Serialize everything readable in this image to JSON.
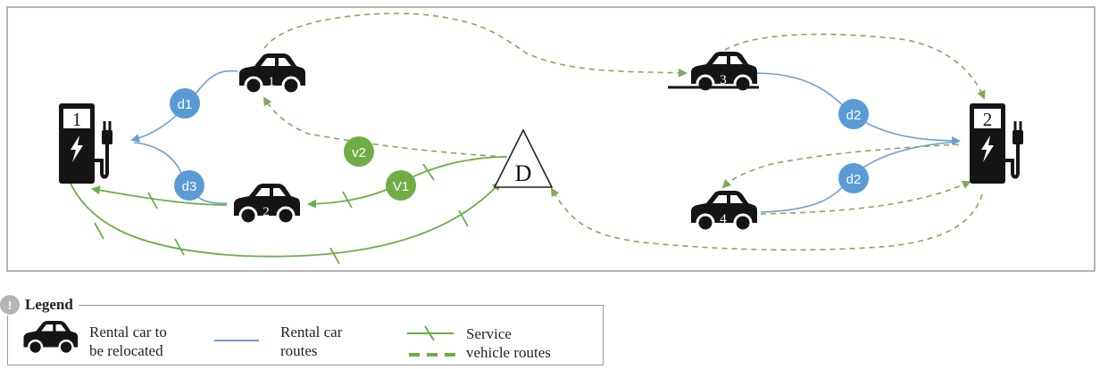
{
  "nodes": {
    "station_1": "1",
    "station_2": "2",
    "depot": "D",
    "car_1": "1",
    "car_2": "2",
    "car_3": "3",
    "car_4": "4"
  },
  "route_labels": {
    "d1": "d1",
    "d3": "d3",
    "d2_top": "d2",
    "d2_bottom": "d2",
    "v1": "V1",
    "v2": "v2"
  },
  "legend": {
    "title": "Legend",
    "badge": "!",
    "car_label_line1": "Rental car to",
    "car_label_line2": "be relocated",
    "rental_routes_line1": "Rental car",
    "rental_routes_line2": "routes",
    "service_line1": "Service",
    "service_line2": "vehicle routes"
  },
  "colors": {
    "rental_route": "#6e9fd2",
    "service_route": "#6aaf45",
    "service_dashed": "#83a85c",
    "blue_badge": "#5b9bd5",
    "green_badge": "#70ad47",
    "car": "#151515"
  }
}
